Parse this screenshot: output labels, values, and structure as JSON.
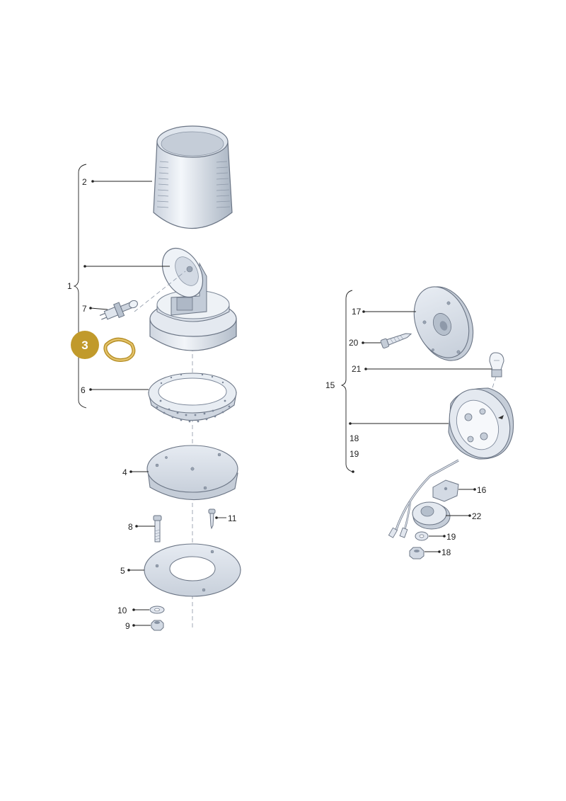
{
  "colors": {
    "part_light": "#eef2f7",
    "part_mid": "#d5dce6",
    "part_dark": "#a9b4c2",
    "outline": "#6b7585",
    "highlight_badge": "#c19a2b",
    "highlight_part": "#d7b04a",
    "text": "#222222"
  },
  "highlighted_part": "3",
  "labels": {
    "n1": "1",
    "n2": "2",
    "n3": "3",
    "n4": "4",
    "n5": "5",
    "n6": "6",
    "n7": "7",
    "n8": "8",
    "n9": "9",
    "n10": "10",
    "n11": "11",
    "n15": "15",
    "n16": "16",
    "n17": "17",
    "n18a": "18",
    "n18b": "18",
    "n19a": "19",
    "n19b": "19",
    "n20": "20",
    "n21": "21",
    "n22": "22"
  }
}
